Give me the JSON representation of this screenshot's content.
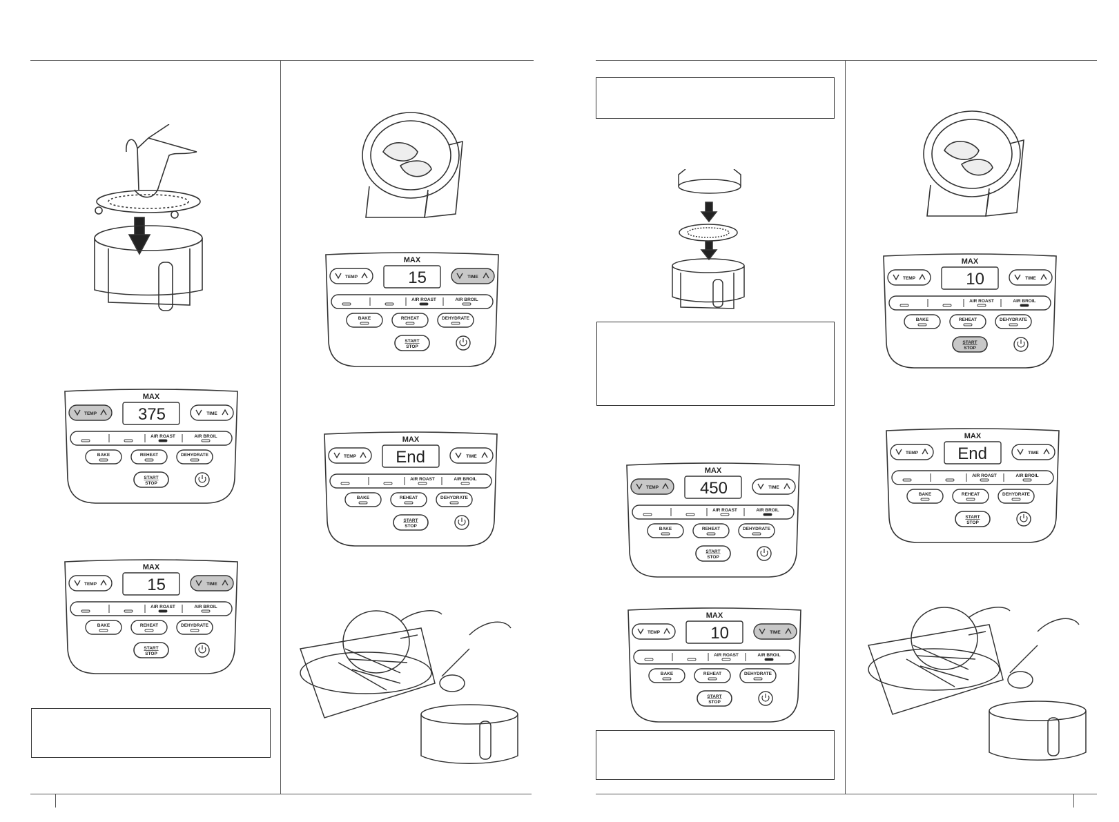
{
  "panels": {
    "p1": {
      "max_label": "MAX",
      "temp_label": "TEMP",
      "time_label": "TIME",
      "display": "375",
      "active": "temp",
      "mode_indicator": "airroast",
      "start_pressed": false,
      "mode1": "AIR ROAST",
      "mode2": "AIR BROIL",
      "btn1": "BAKE",
      "btn2": "REHEAT",
      "btn3": "DEHYDRATE",
      "start_top": "START",
      "start_bottom": "STOP"
    },
    "p2": {
      "max_label": "MAX",
      "temp_label": "TEMP",
      "time_label": "TIME",
      "display": "15",
      "active": "time",
      "mode_indicator": "airroast",
      "start_pressed": false,
      "mode1": "AIR ROAST",
      "mode2": "AIR BROIL",
      "btn1": "BAKE",
      "btn2": "REHEAT",
      "btn3": "DEHYDRATE",
      "start_top": "START",
      "start_bottom": "STOP"
    },
    "p3": {
      "max_label": "MAX",
      "temp_label": "TEMP",
      "time_label": "TIME",
      "display": "15",
      "active": "time",
      "mode_indicator": "airroast",
      "start_pressed": false,
      "mode1": "AIR ROAST",
      "mode2": "AIR BROIL",
      "btn1": "BAKE",
      "btn2": "REHEAT",
      "btn3": "DEHYDRATE",
      "start_top": "START",
      "start_bottom": "STOP"
    },
    "p4": {
      "max_label": "MAX",
      "temp_label": "TEMP",
      "time_label": "TIME",
      "display": "End",
      "active": "none",
      "mode_indicator": "none",
      "start_pressed": false,
      "mode1": "AIR ROAST",
      "mode2": "AIR BROIL",
      "btn1": "BAKE",
      "btn2": "REHEAT",
      "btn3": "DEHYDRATE",
      "start_top": "START",
      "start_bottom": "STOP"
    },
    "p5": {
      "max_label": "MAX",
      "temp_label": "TEMP",
      "time_label": "TIME",
      "display": "450",
      "active": "temp",
      "mode_indicator": "airbroil",
      "start_pressed": false,
      "mode1": "AIR ROAST",
      "mode2": "AIR BROIL",
      "btn1": "BAKE",
      "btn2": "REHEAT",
      "btn3": "DEHYDRATE",
      "start_top": "START",
      "start_bottom": "STOP"
    },
    "p6": {
      "max_label": "MAX",
      "temp_label": "TEMP",
      "time_label": "TIME",
      "display": "10",
      "active": "time",
      "mode_indicator": "airbroil",
      "start_pressed": false,
      "mode1": "AIR ROAST",
      "mode2": "AIR BROIL",
      "btn1": "BAKE",
      "btn2": "REHEAT",
      "btn3": "DEHYDRATE",
      "start_top": "START",
      "start_bottom": "STOP"
    },
    "p7": {
      "max_label": "MAX",
      "temp_label": "TEMP",
      "time_label": "TIME",
      "display": "10",
      "active": "none",
      "mode_indicator": "airbroil",
      "start_pressed": true,
      "mode1": "AIR ROAST",
      "mode2": "AIR BROIL",
      "btn1": "BAKE",
      "btn2": "REHEAT",
      "btn3": "DEHYDRATE",
      "start_top": "START",
      "start_bottom": "STOP"
    },
    "p8": {
      "max_label": "MAX",
      "temp_label": "TEMP",
      "time_label": "TIME",
      "display": "End",
      "active": "none",
      "mode_indicator": "none",
      "start_pressed": false,
      "mode1": "AIR ROAST",
      "mode2": "AIR BROIL",
      "btn1": "BAKE",
      "btn2": "REHEAT",
      "btn3": "DEHYDRATE",
      "start_top": "START",
      "start_bottom": "STOP"
    }
  },
  "colors": {
    "line": "#333333",
    "active_fill": "#c8c8c8",
    "panel_fill": "#ffffff"
  }
}
